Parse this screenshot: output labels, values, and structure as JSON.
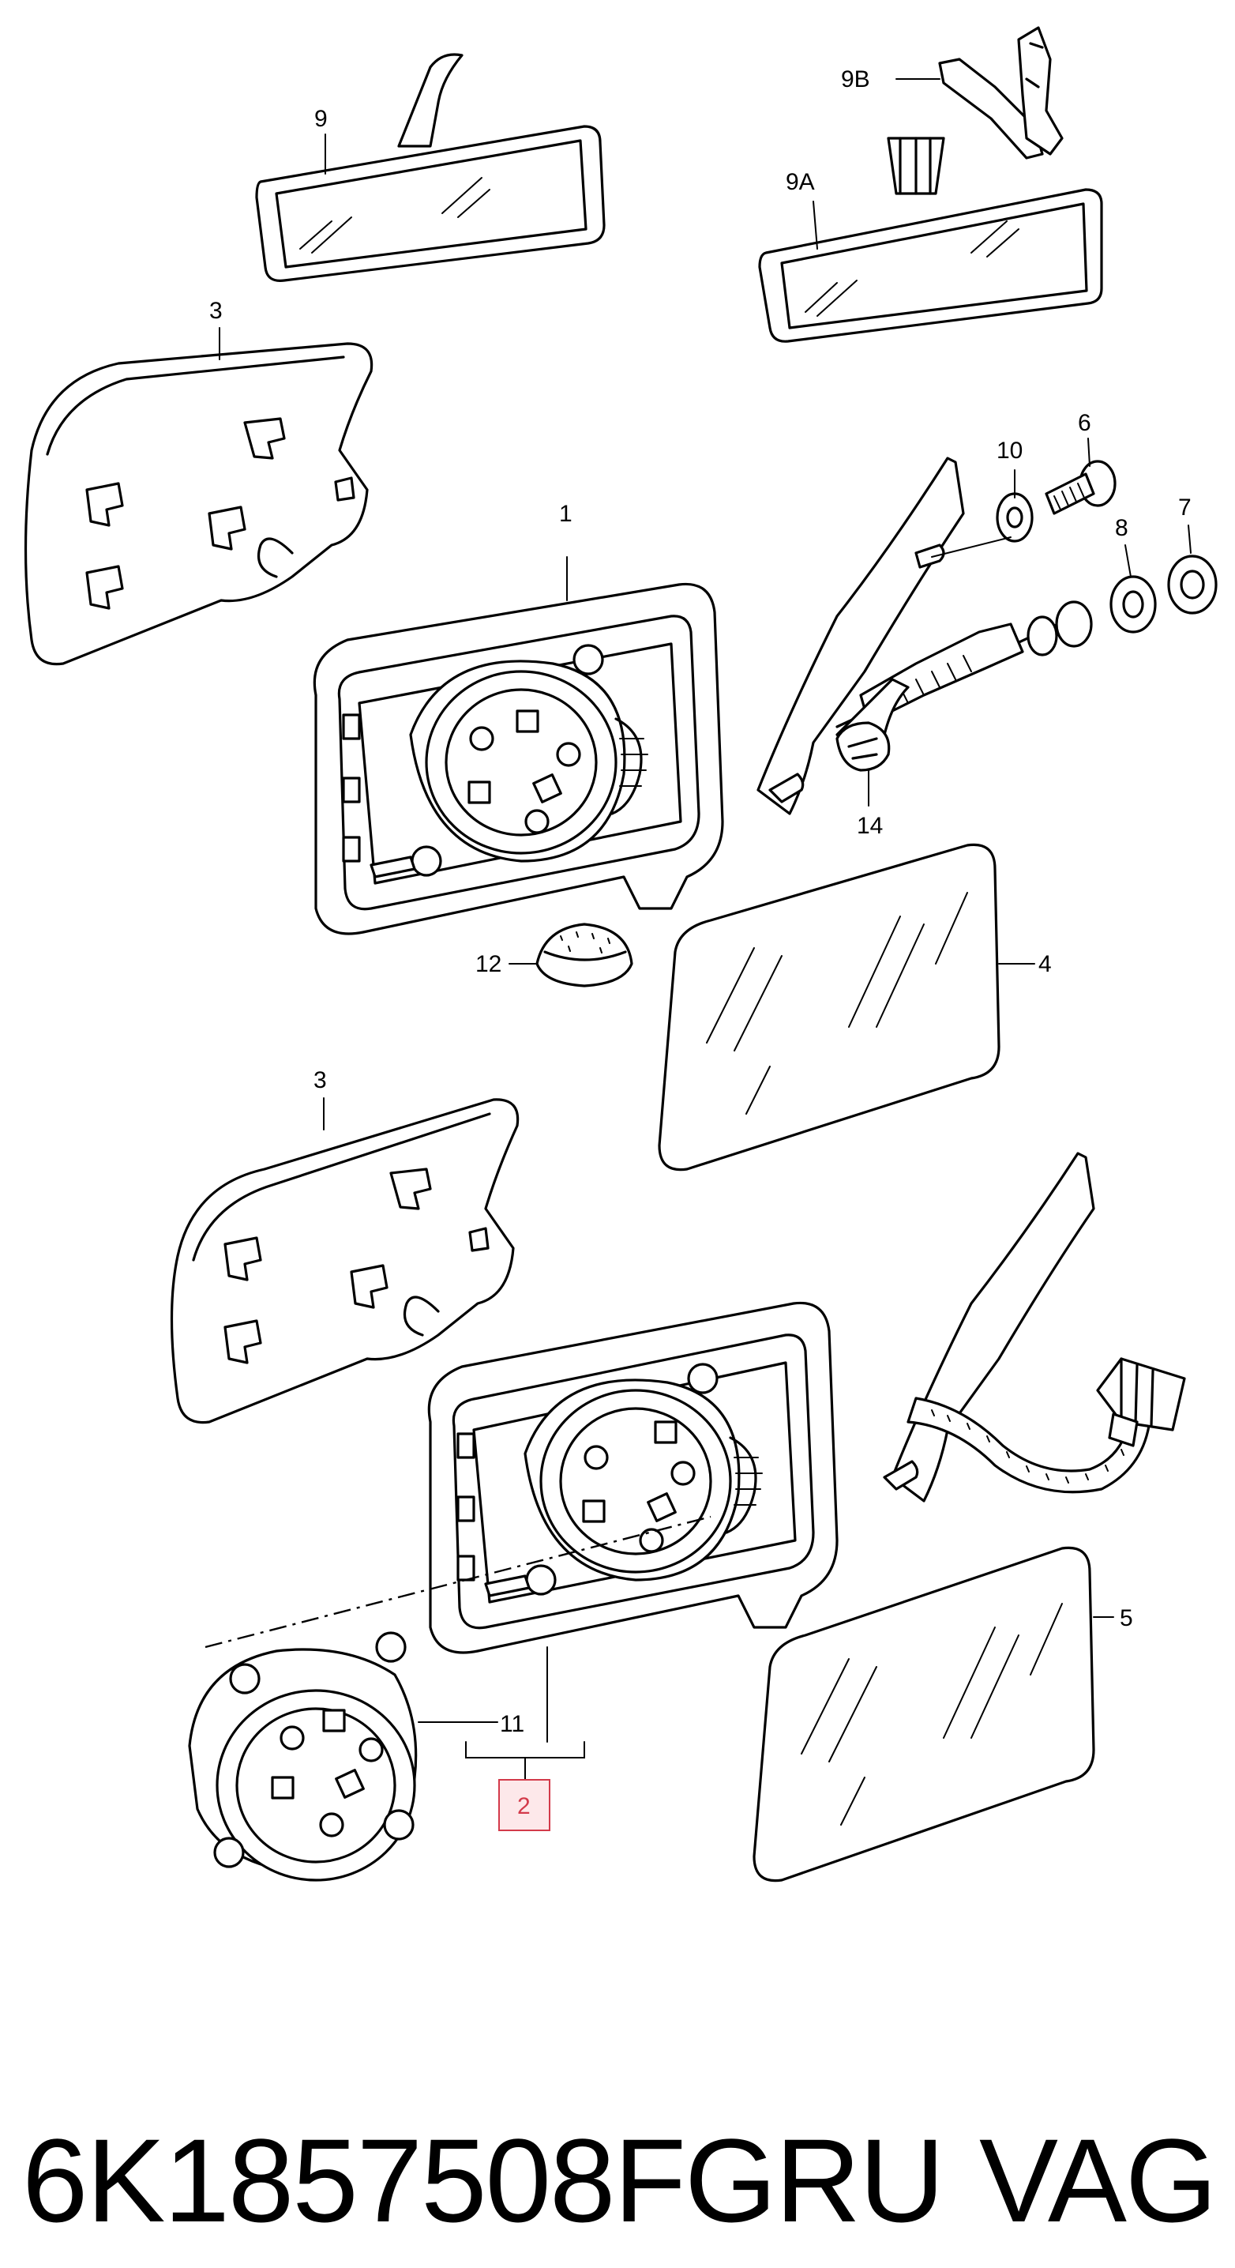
{
  "diagram": {
    "callouts": [
      "9",
      "9B",
      "9A",
      "3",
      "1",
      "10",
      "6",
      "8",
      "7",
      "14",
      "12",
      "4",
      "3",
      "5",
      "11",
      "2"
    ],
    "highlighted_callout": "2"
  },
  "footer": {
    "part_number": "6K1857508FGRU",
    "brand": "VAG"
  },
  "colors": {
    "line": "#000000",
    "highlight": "#d33a4a",
    "highlight_fill": "#fde8ea"
  }
}
